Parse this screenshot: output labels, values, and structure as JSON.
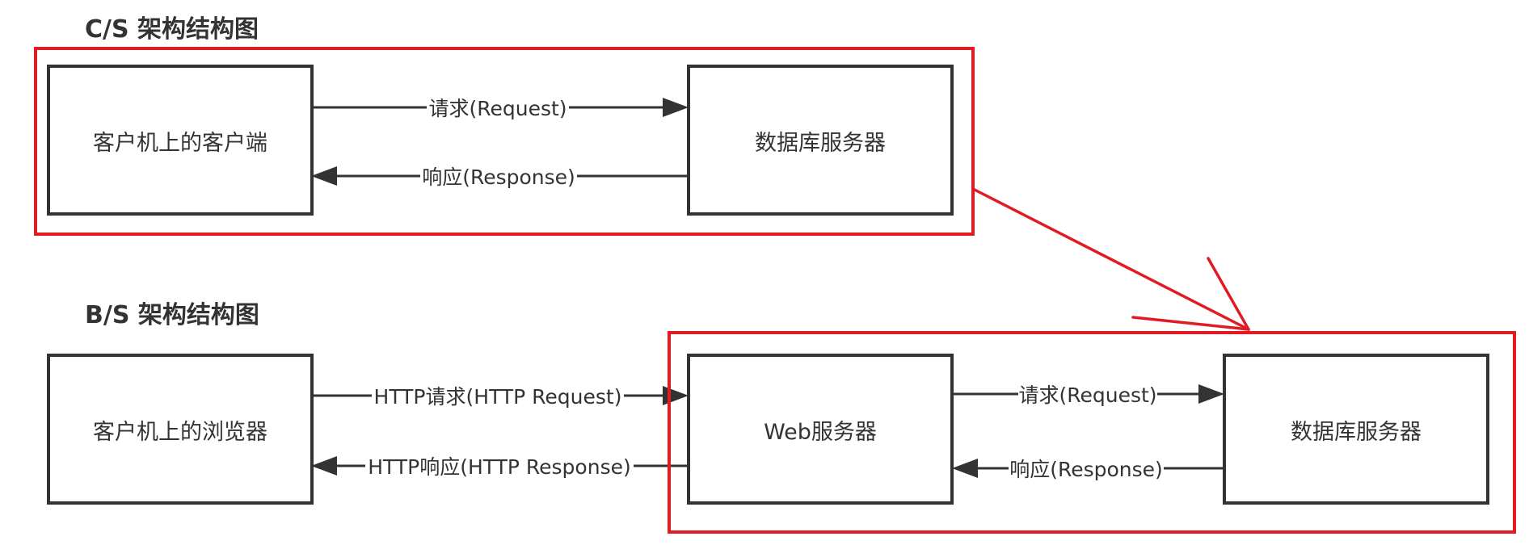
{
  "colors": {
    "highlight": "#e01b24",
    "ink": "#333333"
  },
  "cs": {
    "title": "C/S 架构结构图",
    "client": "客户机上的客户端",
    "db": "数据库服务器",
    "request": "请求(Request)",
    "response": "响应(Response)"
  },
  "bs": {
    "title": "B/S 架构结构图",
    "browser": "客户机上的浏览器",
    "web": "Web服务器",
    "db": "数据库服务器",
    "http_request": "HTTP请求(HTTP Request)",
    "http_response": "HTTP响应(HTTP Response)",
    "request": "请求(Request)",
    "response": "响应(Response)"
  }
}
